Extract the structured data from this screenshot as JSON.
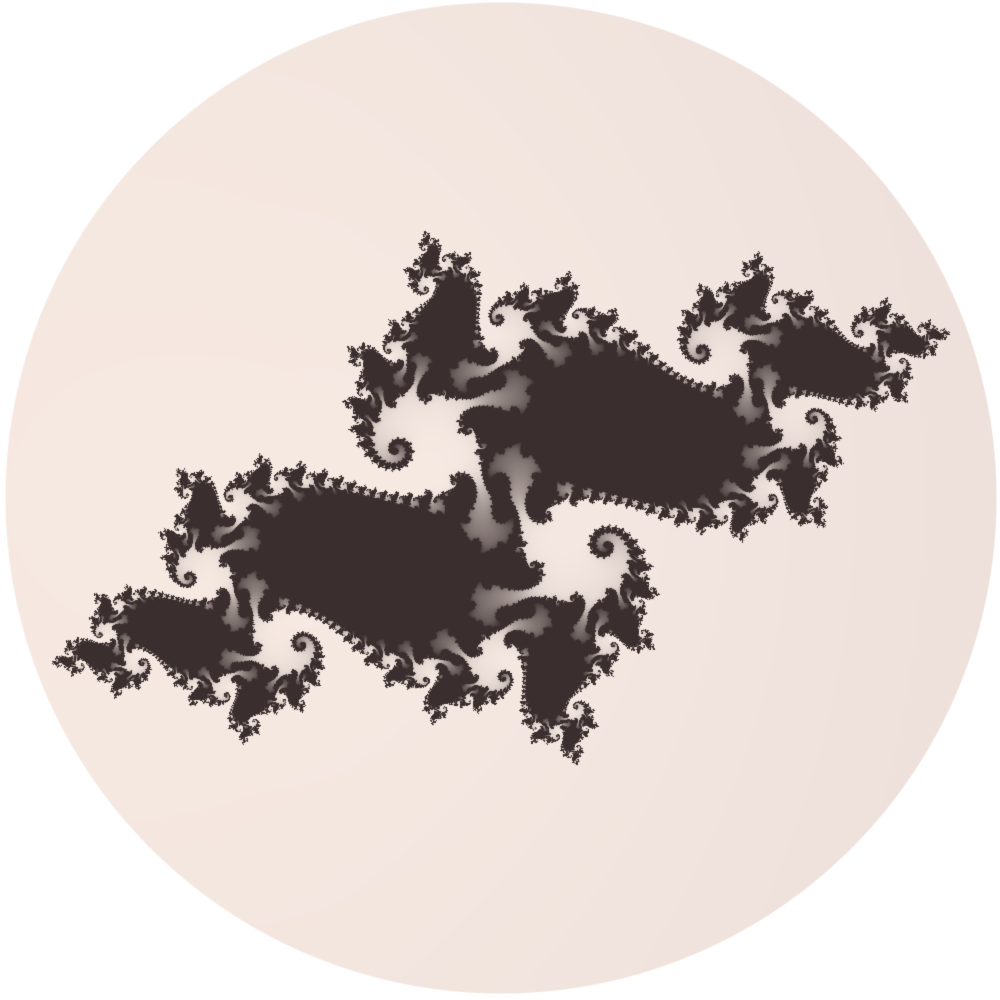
{
  "image": {
    "subject": "julia-set-fractal",
    "shape": "circle",
    "colors": {
      "page_background": "#ffffff",
      "disc_light": "#fbeee6",
      "disc_mid": "#f0e3de",
      "disc_shadow": "#e6d8d2",
      "filament": "#3a2e2e"
    },
    "fractal": {
      "c_real": -0.745,
      "c_imag": 0.113,
      "view_center_real": 0.0,
      "view_center_imag": 0.0,
      "view_half_width": 1.55,
      "rotation_degrees": 18,
      "max_iterations": 160
    }
  }
}
